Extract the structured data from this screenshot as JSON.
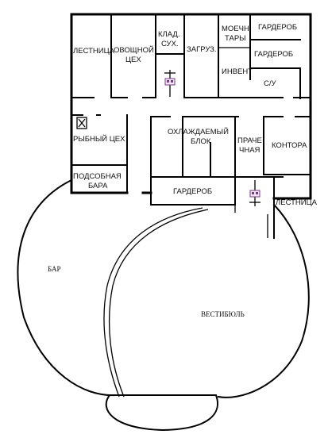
{
  "rooms": {
    "stairs_left": "ЛЕСТНИЦА",
    "vegetable_shop_1": "ОВОЩНОЙ",
    "vegetable_shop_2": "ЦЕХ",
    "dry_storage_1": "КЛАД.",
    "dry_storage_2": "СУХ.",
    "loading": "ЗАГРУЗ.",
    "washing_1": "МОЕЧН",
    "washing_2": "ТАРЫ",
    "inventory": "ИНВЕНТ",
    "wardrobe_1": "ГАРДЕРОБ",
    "wardrobe_2": "ГАРДЕРОБ",
    "toilet": "С/У",
    "fish_shop": "РЫБНЫЙ ЦЕХ",
    "chilled_block_1": "ОХЛАЖДАЕМЫЙ",
    "chilled_block_2": "БЛОК",
    "laundry_1": "ПРАЧЕ",
    "laundry_2": "ЧНАЯ",
    "office": "КОНТОРА",
    "bar_utility_1": "ПОДСОБНАЯ",
    "bar_utility_2": "БАРА",
    "wardrobe_3": "ГАРДЕРОБ",
    "stairs_right": "ЛЕСТНИЦА",
    "bar": "БАР",
    "lobby": "ВЕСТИБЮЛЬ"
  },
  "colors": {
    "wall": "#000000",
    "elevator": "#7a3a8a"
  },
  "icons": [
    "elevator-icon",
    "elevator-icon",
    "sink-icon"
  ]
}
